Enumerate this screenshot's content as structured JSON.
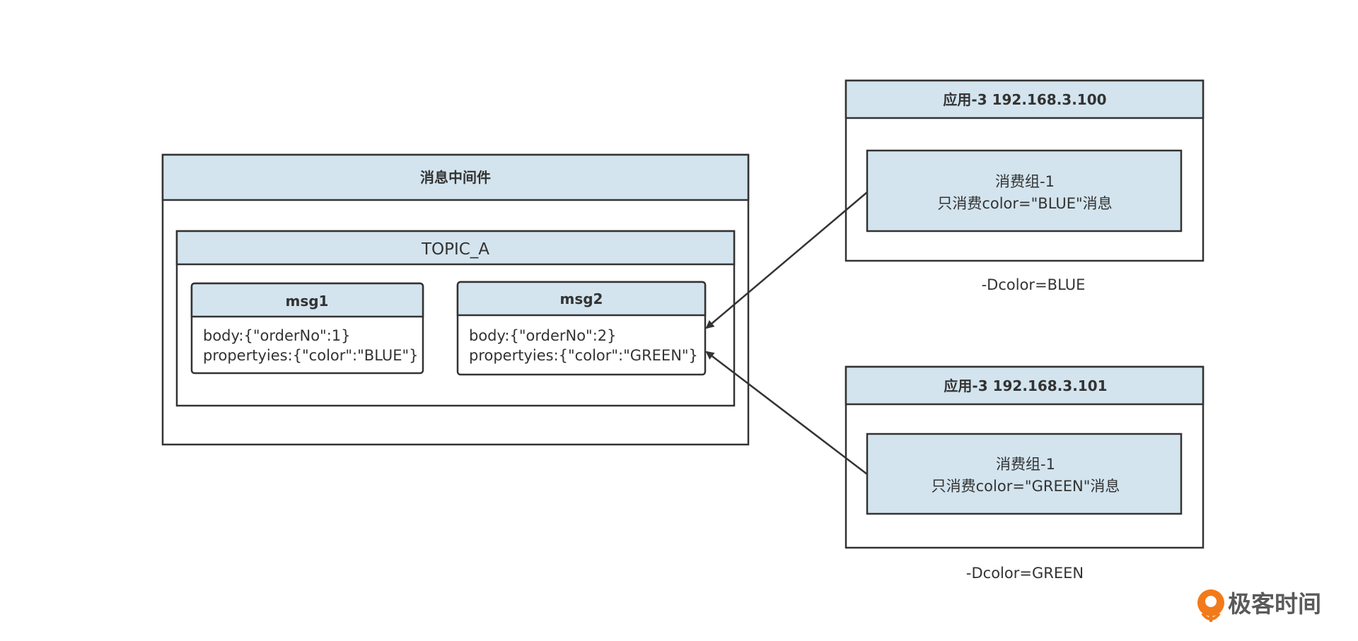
{
  "middleware": {
    "title": "消息中间件",
    "topic": {
      "title": "TOPIC_A",
      "messages": [
        {
          "title": "msg1",
          "lines": [
            "body:{\"orderNo\":1}",
            "propertyies:{\"color\":\"BLUE\"}"
          ]
        },
        {
          "title": "msg2",
          "lines": [
            "body:{\"orderNo\":2}",
            "propertyies:{\"color\":\"GREEN\"}"
          ]
        }
      ]
    }
  },
  "apps": [
    {
      "title": "应用-3 192.168.3.100",
      "group": "消费组-1",
      "filter": "只消费color=\"BLUE\"消息",
      "param": "-Dcolor=BLUE"
    },
    {
      "title": "应用-3 192.168.3.101",
      "group": "消费组-1",
      "filter": "只消费color=\"GREEN\"消息",
      "param": "-Dcolor=GREEN"
    }
  ],
  "logo": {
    "text": "极客时间"
  },
  "colors": {
    "header_fill": "#d3e4ee",
    "stroke": "#333333",
    "logo_orange": "#f27a1a",
    "logo_text": "#5a5a5a"
  }
}
